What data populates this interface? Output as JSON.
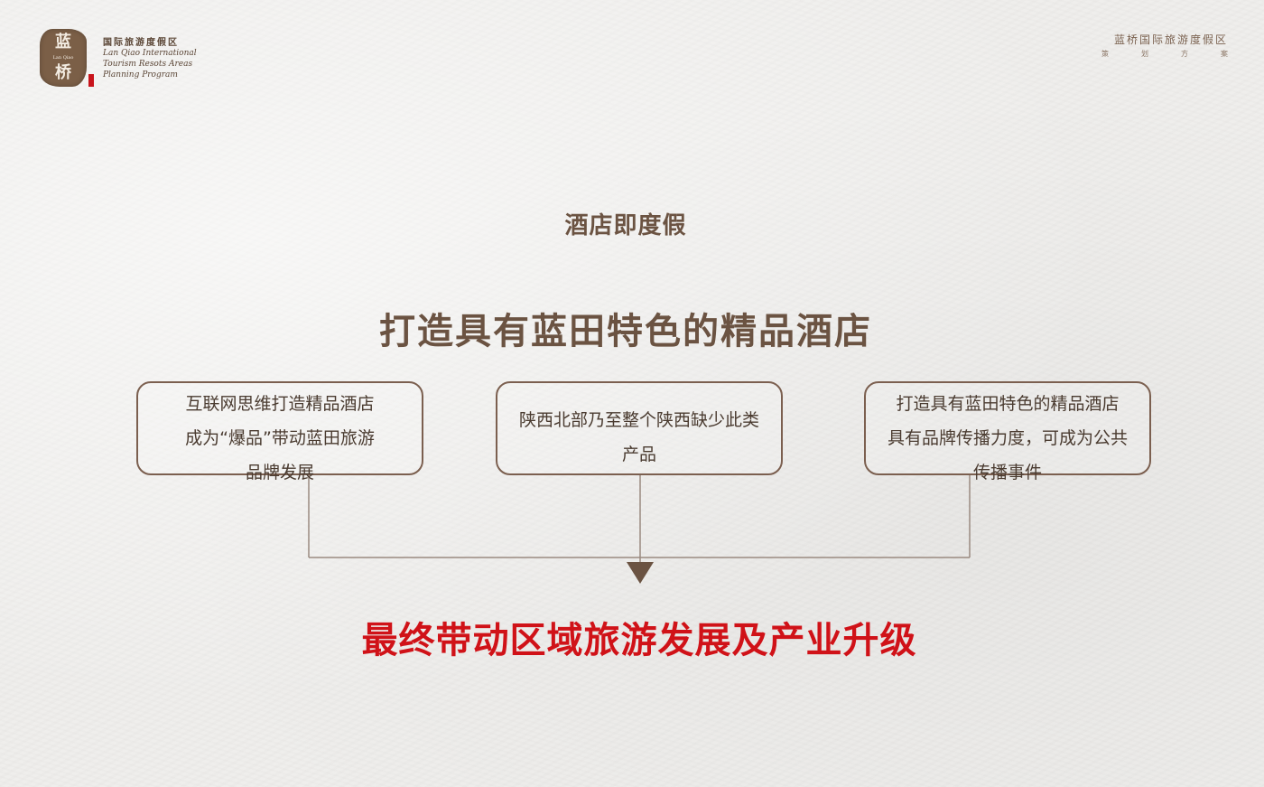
{
  "logo": {
    "seal_char_top": "蓝",
    "seal_sub": "Lan Qiao",
    "seal_char_bottom": "桥",
    "cn_title": "国际旅游度假区",
    "en_line1": "Lan Qiao International",
    "en_line2": "Tourism Resots Areas",
    "en_line3": "Planning Program"
  },
  "top_right": {
    "title": "蓝桥国际旅游度假区",
    "sub": [
      "策",
      "划",
      "方",
      "案"
    ]
  },
  "section_title": "酒店即度假",
  "main_title": "打造具有蓝田特色的精品酒店",
  "boxes": [
    {
      "lines": [
        "互联网思维打造精品酒店",
        "成为“爆品”带动蓝田旅游",
        "品牌发展"
      ]
    },
    {
      "lines": [
        "陕西北部乃至整个陕西缺少此类",
        "产品"
      ]
    },
    {
      "lines": [
        "打造具有蓝田特色的精品酒店",
        "具有品牌传播力度，可成为公共",
        "传播事件"
      ]
    }
  ],
  "conclusion": "最终带动区域旅游发展及产业升级",
  "colors": {
    "brown": "#6b5342",
    "box_border": "#7b5f4f",
    "connector": "#9a8a80",
    "arrow": "#6b5342",
    "accent_red": "#d01218"
  }
}
